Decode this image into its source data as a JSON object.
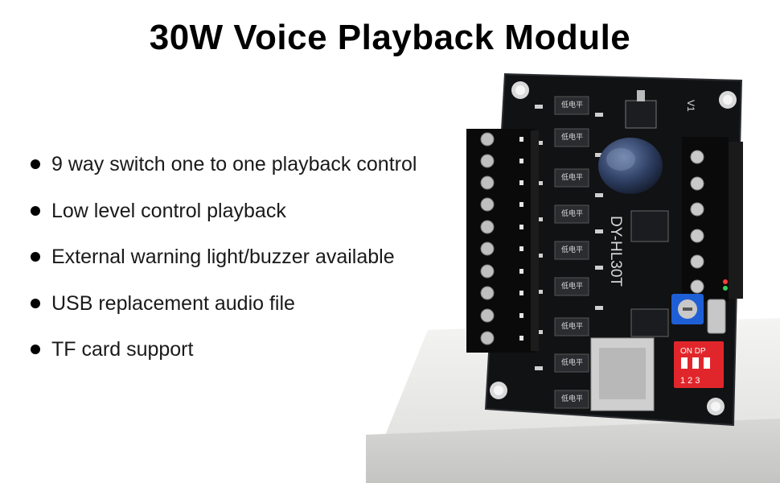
{
  "title": "30W Voice Playback Module",
  "features": [
    "9 way switch one to one playback control",
    "Low level control playback",
    "External warning light/buzzer available",
    "USB replacement audio file",
    "TF card support"
  ],
  "board": {
    "model_label": "DY-HL30T",
    "dip_label": "ON DP",
    "dip_numbers": "1 2 3",
    "chip_label": "低电平",
    "silk_v1": "V1"
  },
  "colors": {
    "pcb": "#111214",
    "terminal": "#0a0a0a",
    "pedestal": "#e8e8e6",
    "dip_switch": "#e0262b",
    "potentiometer": "#1f5fd6",
    "capacitor": "#2e3f63"
  }
}
